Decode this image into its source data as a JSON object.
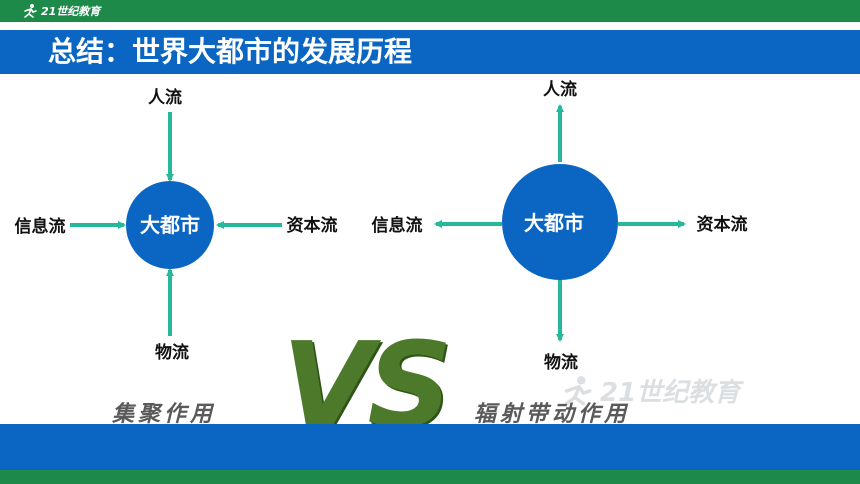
{
  "brand": {
    "logo_text": "21世纪教育",
    "watermark_text": "21世纪教育"
  },
  "title": "总结：世界大都市的发展历程",
  "left_diagram": {
    "center": "大都市",
    "top": "人流",
    "bottom": "物流",
    "left": "信息流",
    "right": "资本流"
  },
  "right_diagram": {
    "center": "大都市",
    "top": "人流",
    "bottom": "物流",
    "left": "信息流",
    "right": "资本流"
  },
  "captions": {
    "left": "集聚作用",
    "vs": "VS",
    "right": "辐射带动作用"
  },
  "colors": {
    "primary_blue": "#0a66c2",
    "arrow_green": "#26b89a",
    "brand_green": "#1e8a4a",
    "vs_green": "#4d7a2a"
  }
}
